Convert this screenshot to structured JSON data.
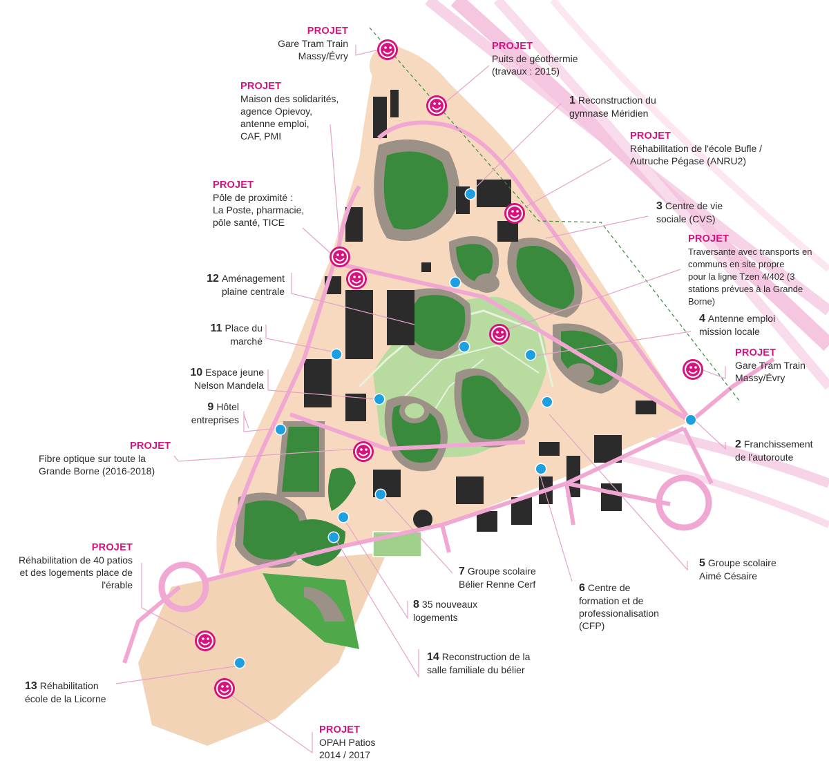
{
  "colors": {
    "project_magenta": "#d6127e",
    "blue_marker": "#1ea0e0",
    "road_pink": "#f0a8d2",
    "ground_beige": "#f7d9bf",
    "park_green": "#3a8a3d",
    "light_green": "#b8dba0",
    "building_dark": "#2b2b2b",
    "building_grey": "#9b9187"
  },
  "icons": {
    "project_marker": "smiley-icon",
    "item_marker": "blue-dot-icon"
  },
  "labels": {
    "p_gare_top": {
      "title": "PROJET",
      "text": "Gare Tram Train\nMassy/Évry"
    },
    "p_geothermie": {
      "title": "PROJET",
      "text": "Puits de géothermie\n(travaux : 2015)"
    },
    "p_maison": {
      "title": "PROJET",
      "text": "Maison des solidarités,\nagence Opievoy,\nantenne emploi,\nCAF, PMI"
    },
    "n1": {
      "num": "1",
      "text": "Reconstruction du\ngymnase Méridien"
    },
    "p_bufle": {
      "title": "PROJET",
      "text": "Réhabilitation de l'école Bufle /\nAutruche Pégase  (ANRU2)"
    },
    "p_pole": {
      "title": "PROJET",
      "text": "Pôle de proximité :\nLa Poste, pharmacie,\npôle santé, TICE"
    },
    "n3": {
      "num": "3",
      "text": "Centre de vie\nsociale (CVS)"
    },
    "p_traversante": {
      "title": "PROJET",
      "text": "Traversante avec transports en\ncommuns en site propre\npour la ligne Tzen 4/402 (3\nstations prévues à la Grande\nBorne)"
    },
    "n12": {
      "num": "12",
      "text": "Aménagement\nplaine centrale"
    },
    "n4": {
      "num": "4",
      "text": "Antenne emploi\nmission locale"
    },
    "n11": {
      "num": "11",
      "text": "Place du\nmarché"
    },
    "p_gare_right": {
      "title": "PROJET",
      "text": "Gare Tram Train\nMassy/Évry"
    },
    "n10": {
      "num": "10",
      "text": "Espace jeune\nNelson Mandela"
    },
    "n9": {
      "num": "9",
      "text": "Hôtel\nentreprises"
    },
    "p_fibre": {
      "title": "PROJET",
      "text": "Fibre optique sur toute la\nGrande Borne (2016-2018)"
    },
    "n2": {
      "num": "2",
      "text": "Franchissement\nde l'autoroute"
    },
    "p_patios": {
      "title": "PROJET",
      "text": "Réhabilitation de 40 patios\net des logements place de\nl'érable"
    },
    "n7": {
      "num": "7",
      "text": "Groupe scolaire\nBélier Renne Cerf"
    },
    "n5": {
      "num": "5",
      "text": "Groupe scolaire\nAimé Césaire"
    },
    "n6": {
      "num": "6",
      "text": "Centre de\nformation et de\nprofessionalisation\n(CFP)"
    },
    "n8": {
      "num": "8",
      "text": "35 nouveaux\nlogements"
    },
    "n14": {
      "num": "14",
      "text": "Reconstruction de la\nsalle familiale du bélier"
    },
    "n13": {
      "num": "13",
      "text": "Réhabilitation\nécole de la Licorne"
    },
    "p_opah": {
      "title": "PROJET",
      "text": "OPAH Patios\n2014 / 2017"
    }
  }
}
